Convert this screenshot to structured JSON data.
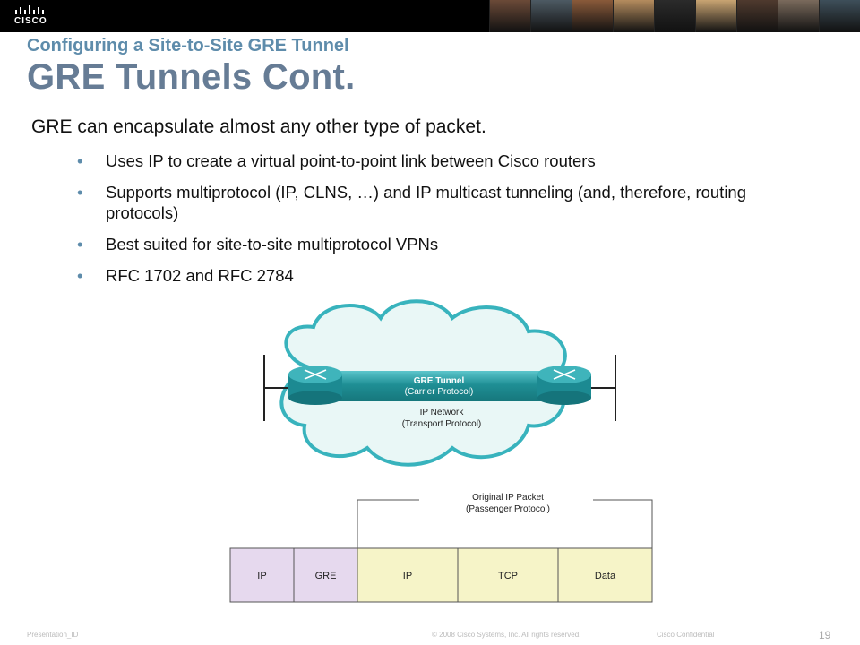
{
  "header": {
    "logo_text": "CISCO",
    "photo_colors": [
      "#6b4a38",
      "#4d5a63",
      "#8a5a3a",
      "#b58c5e",
      "#2b2b2b",
      "#c9a472",
      "#4f3a2e",
      "#7a6a5c",
      "#3e4f5a"
    ]
  },
  "slide": {
    "subtitle": "Configuring a Site-to-Site GRE Tunnel",
    "title": "GRE Tunnels Cont.",
    "lead": "GRE can encapsulate almost any other type of packet.",
    "bullets": [
      "Uses IP to create a virtual point-to-point link between Cisco routers",
      "Supports multiprotocol (IP, CLNS, …) and IP multicast tunneling (and, therefore, routing protocols)",
      "Best suited for site-to-site multiprotocol VPNs",
      "RFC 1702 and RFC 2784"
    ],
    "bullet_char": "•"
  },
  "diagram": {
    "tunnel_label": "GRE Tunnel",
    "tunnel_sub": "(Carrier Protocol)",
    "network_label": "IP Network",
    "network_sub": "(Transport Protocol)",
    "packet_label": "Original IP Packet",
    "packet_sub": "(Passenger Protocol)",
    "fields": [
      "IP",
      "GRE",
      "IP",
      "TCP",
      "Data"
    ],
    "colors": {
      "cloud_fill": "#e9f7f6",
      "cloud_stroke": "#38b3bd",
      "tunnel": "#1f8f95",
      "router": "#1c8a92",
      "outer_field": "#e6d9ee",
      "inner_field": "#f6f4c8"
    }
  },
  "footer": {
    "left": "Presentation_ID",
    "copyright": "© 2008 Cisco Systems, Inc. All rights reserved.",
    "confidential": "Cisco Confidential",
    "page": "19"
  }
}
